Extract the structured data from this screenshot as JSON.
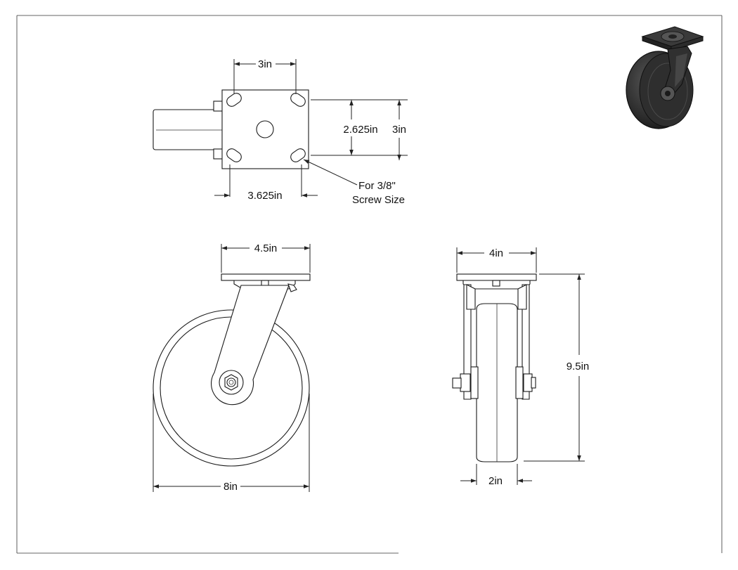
{
  "top_view": {
    "plate_hole_spacing_width": "3in",
    "plate_hole_spacing_height": "2.625in",
    "plate_height": "3in",
    "plate_hole_spacing_depth": "3.625in",
    "screw_note_line1": "For 3/8\"",
    "screw_note_line2": "Screw Size"
  },
  "side_view": {
    "plate_width": "4.5in",
    "wheel_diameter": "8in"
  },
  "front_view": {
    "plate_width": "4in",
    "overall_height": "9.5in",
    "wheel_width": "2in"
  },
  "colors": {
    "line": "#222222",
    "wheel_render": "#2b2b2b"
  },
  "icons": {
    "iso_render": "caster-wheel-3d-render"
  }
}
